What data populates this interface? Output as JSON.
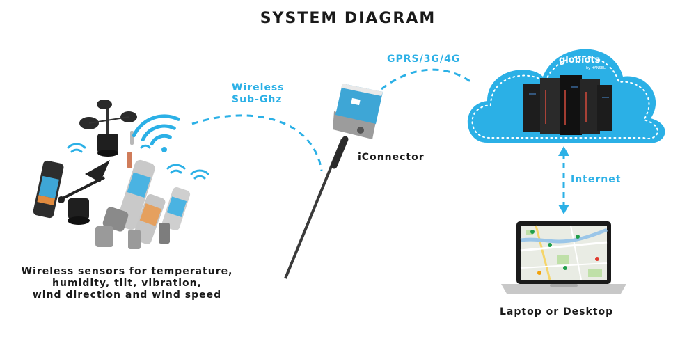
{
  "title": "SYSTEM DIAGRAM",
  "sensors": {
    "caption_lines": [
      "Wireless sensors for temperature,",
      "humidity, tilt, vibration,",
      "wind direction and wind speed"
    ]
  },
  "links": {
    "wireless": [
      "Wireless",
      "Sub-Ghz"
    ],
    "gprs": "GPRS/3G/4G",
    "internet": "Internet"
  },
  "gateway": {
    "label": "iConnector"
  },
  "cloud": {
    "brand": "globiots",
    "brand_sub": "by HANSEL"
  },
  "client": {
    "label": "Laptop or Desktop"
  },
  "colors": {
    "accent": "#2bb0e6",
    "text": "#1a1a1a",
    "cloud_fill": "#2bb0e6"
  }
}
